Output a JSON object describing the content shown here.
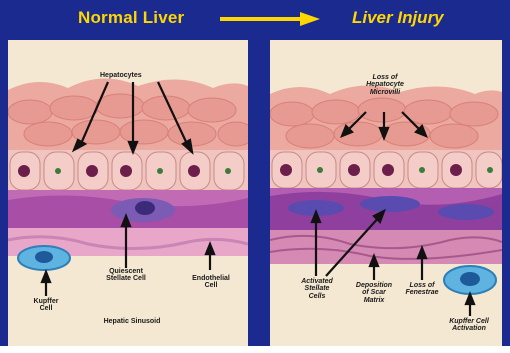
{
  "header": {
    "left_title": "Normal Liver",
    "right_title": "Liver Injury",
    "arrow_icon": "right-arrow-icon",
    "title_color": "#ffd700",
    "background_color": "#1a2a8f"
  },
  "left_panel": {
    "hepatocytes": "Hepatocytes",
    "quiescent_line1": "Quiescent",
    "quiescent_line2": "Stellate Cell",
    "endothelial_line1": "Endothelial",
    "endothelial_line2": "Cell",
    "kupffer_line1": "Kupffer",
    "kupffer_line2": "Cell",
    "sinusoid": "Hepatic Sinusoid"
  },
  "right_panel": {
    "loss_line1": "Loss of",
    "loss_line2": "Hepatocyte",
    "loss_line3": "Microvilli",
    "activated_line1": "Activated",
    "activated_line2": "Stellate",
    "activated_line3": "Cells",
    "deposition_line1": "Deposition",
    "deposition_line2": "of Scar",
    "deposition_line3": "Matrix",
    "fenestrae_line1": "Loss of",
    "fenestrae_line2": "Fenestrae",
    "kupffer_line1": "Kupffer Cell",
    "kupffer_line2": "Activation"
  }
}
